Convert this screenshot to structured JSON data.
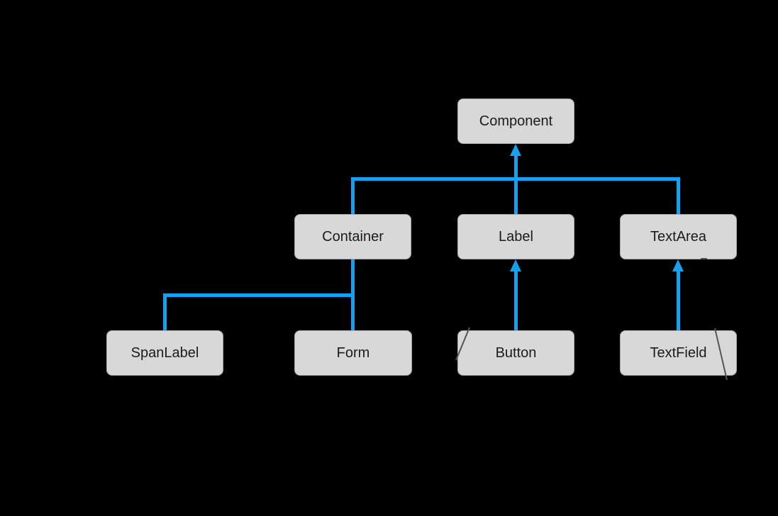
{
  "diagram": {
    "type": "class-hierarchy",
    "background_color": "#000000",
    "connector_color": "#16a0f0",
    "node_fill_color": "#d8d8d8",
    "node_border_color": "#a6a6a6",
    "node_text_color": "#1b1b1b",
    "nodes": [
      {
        "id": "component",
        "label": "Component"
      },
      {
        "id": "container",
        "label": "Container"
      },
      {
        "id": "label",
        "label": "Label"
      },
      {
        "id": "textarea",
        "label": "TextArea"
      },
      {
        "id": "spanlabel",
        "label": "SpanLabel"
      },
      {
        "id": "form",
        "label": "Form"
      },
      {
        "id": "button",
        "label": "Button"
      },
      {
        "id": "textfield",
        "label": "TextField"
      }
    ],
    "edges": [
      {
        "from": "Container",
        "to": "Component",
        "arrowhead": true
      },
      {
        "from": "Label",
        "to": "Component",
        "arrowhead": true
      },
      {
        "from": "TextArea",
        "to": "Component",
        "arrowhead": true
      },
      {
        "from": "SpanLabel",
        "to": "Container",
        "arrowhead": false
      },
      {
        "from": "Form",
        "to": "Container",
        "arrowhead": false
      },
      {
        "from": "Button",
        "to": "Label",
        "arrowhead": true
      },
      {
        "from": "TextField",
        "to": "TextArea",
        "arrowhead": true
      }
    ]
  }
}
